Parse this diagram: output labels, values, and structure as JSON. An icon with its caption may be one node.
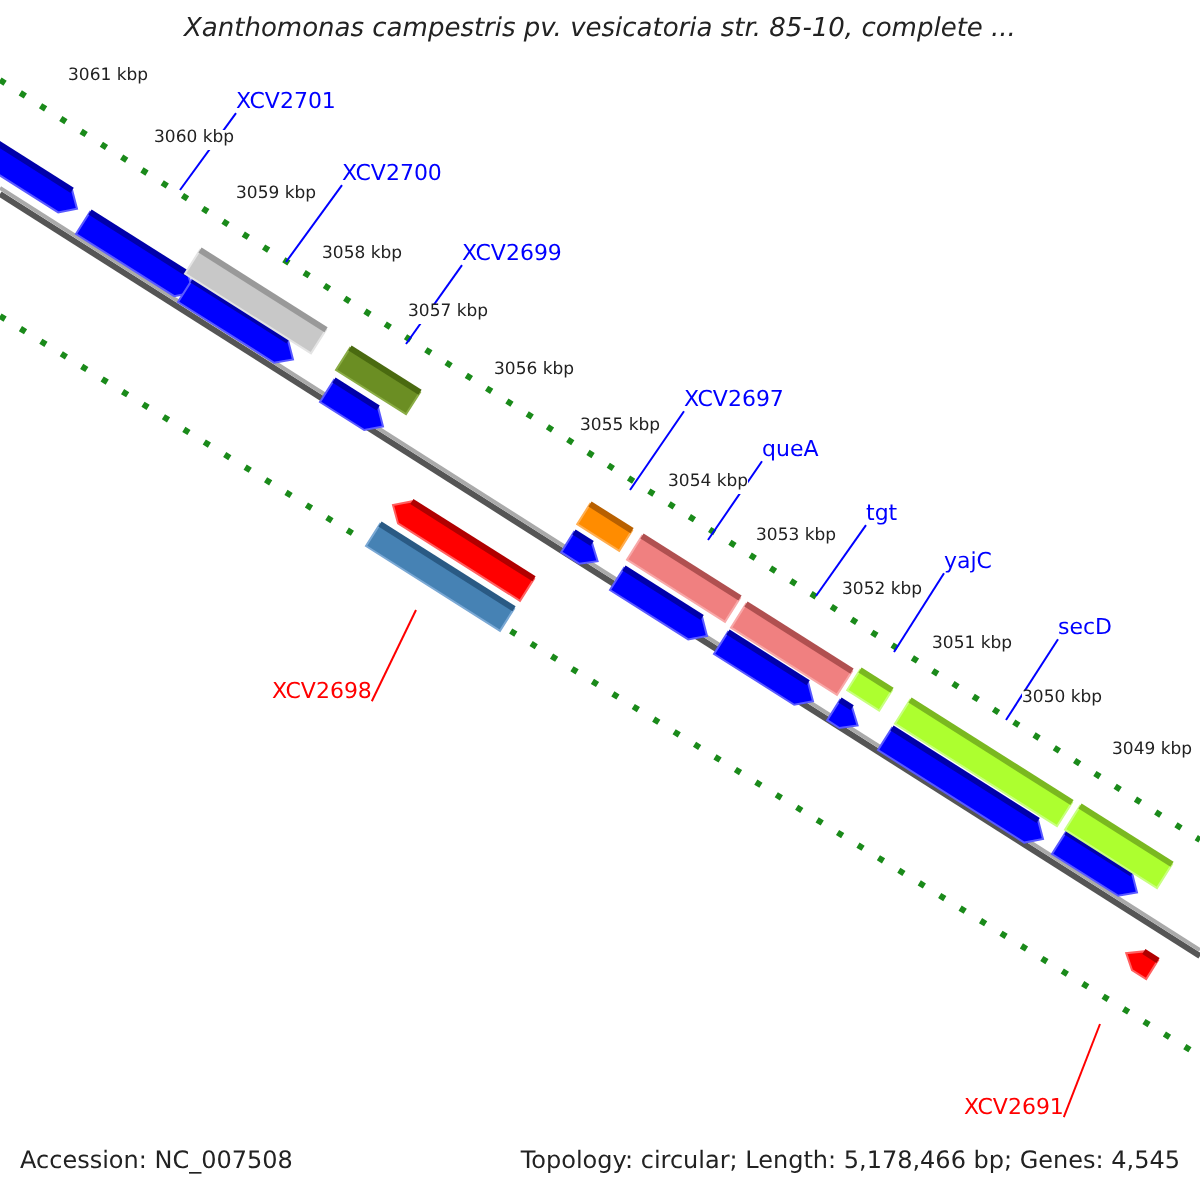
{
  "diagram": {
    "title": "Xanthomonas campestris pv. vesicatoria str. 85-10, complete ...",
    "nodes": [
      {
        "text": [
          "XCV2701"
        ]
      },
      {
        "text": [
          "XCV2700"
        ]
      },
      {
        "text": [
          "XCV2699"
        ]
      },
      {
        "text": [
          "XCV2697"
        ]
      },
      {
        "text": [
          "queA"
        ]
      },
      {
        "text": [
          "tgt"
        ]
      },
      {
        "text": [
          "yajC"
        ]
      },
      {
        "text": [
          "secD"
        ]
      },
      {
        "text": [
          "XCV2698"
        ]
      },
      {
        "text": [
          "XCV2691"
        ]
      }
    ],
    "edges": [
      {
        "from": 0,
        "to": null,
        "arrow": "none"
      },
      {
        "from": 1,
        "to": null,
        "arrow": "none"
      },
      {
        "from": 2,
        "to": null,
        "arrow": "none"
      },
      {
        "from": 3,
        "to": null,
        "arrow": "none"
      },
      {
        "from": 4,
        "to": null,
        "arrow": "none"
      },
      {
        "from": 5,
        "to": null,
        "arrow": "none"
      },
      {
        "from": 6,
        "to": null,
        "arrow": "none"
      },
      {
        "from": 7,
        "to": null,
        "arrow": "none"
      },
      {
        "from": 8,
        "to": null,
        "arrow": "none",
        "color": "#ff0000"
      },
      {
        "from": 9,
        "to": null,
        "arrow": "none",
        "color": "#ff0000"
      }
    ],
    "labels": [
      "3061 kbp",
      "3060 kbp",
      "3059 kbp",
      "3058 kbp",
      "3057 kbp",
      "3056 kbp",
      "3055 kbp",
      "3054 kbp",
      "3053 kbp",
      "3052 kbp",
      "3051 kbp",
      "3050 kbp",
      "3049 kbp",
      "Accession: NC_007508",
      "Topology: circular; Length: 5,178,466 bp; Genes: 4,545"
    ]
  }
}
